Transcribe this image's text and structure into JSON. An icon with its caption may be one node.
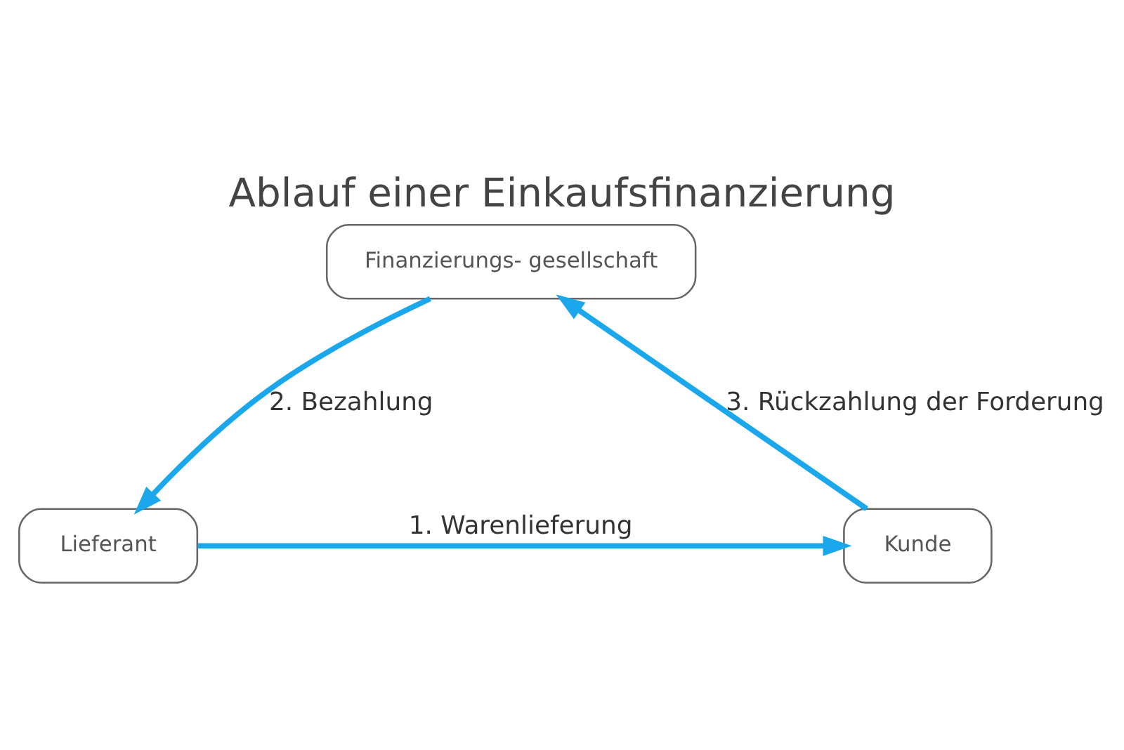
{
  "diagram": {
    "title": "Ablauf einer Einkaufsfinanzierung",
    "nodes": [
      {
        "text": [
          "Finanzierungs- gesellschaft"
        ]
      },
      {
        "text": [
          "Lieferant"
        ]
      },
      {
        "text": [
          "Kunde"
        ]
      }
    ],
    "edges": [
      {
        "from": 0,
        "to": 1,
        "arrow": "to",
        "label": "2. Bezahlung"
      },
      {
        "from": 1,
        "to": 2,
        "arrow": "to",
        "label": "1. Warenlieferung"
      },
      {
        "from": 2,
        "to": 0,
        "arrow": "to",
        "label": "3. Rückzahlung der Forderung"
      }
    ]
  }
}
